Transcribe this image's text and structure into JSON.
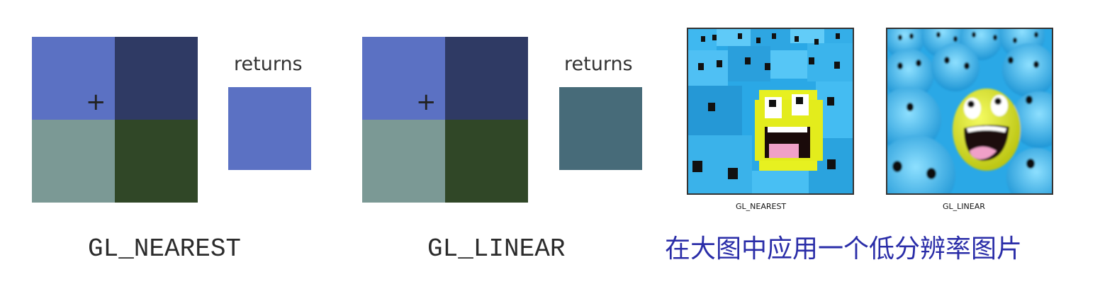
{
  "colors": {
    "top_left": "#5b71c3",
    "top_right": "#2f3a64",
    "bottom_left": "#7b9995",
    "bottom_right": "#304727",
    "nearest_result": "#5b71c3",
    "linear_result": "#476b79",
    "caption_blue": "#2a2da8"
  },
  "nearest": {
    "crosshair": "+",
    "returns_label": "returns",
    "caption": "GL_NEAREST"
  },
  "linear": {
    "crosshair": "+",
    "returns_label": "returns",
    "caption": "GL_LINEAR"
  },
  "example": {
    "left_caption": "GL_NEAREST",
    "right_caption": "GL_LINEAR",
    "description": "在大图中应用一个低分辨率图片"
  }
}
